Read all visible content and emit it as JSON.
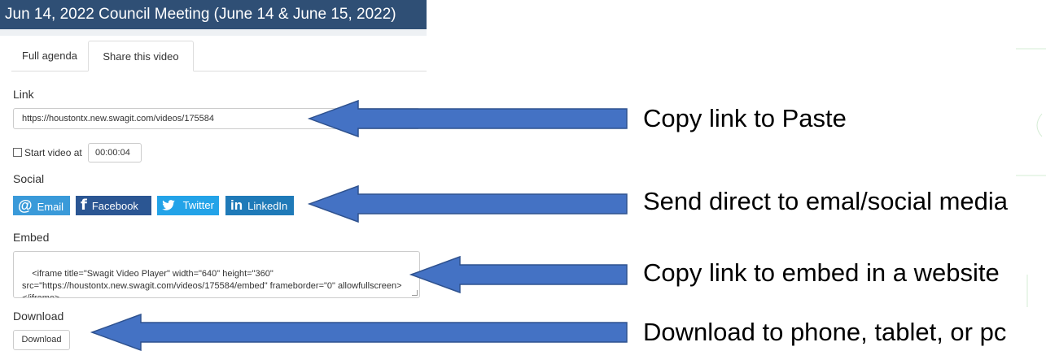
{
  "header": {
    "title": "Jun 14, 2022 Council Meeting (June 14 & June 15, 2022)"
  },
  "tabs": [
    {
      "label": "Full agenda"
    },
    {
      "label": "Share this video"
    }
  ],
  "link": {
    "label": "Link",
    "value": "https://houstontx.new.swagit.com/videos/175584"
  },
  "start": {
    "checkbox_label": "Start video at",
    "time": "00:00:04"
  },
  "social": {
    "label": "Social",
    "buttons": [
      {
        "label": "Email",
        "icon": "at-icon",
        "color": "#3a9ad9"
      },
      {
        "label": "Facebook",
        "icon": "facebook-icon",
        "color": "#2b5693"
      },
      {
        "label": "Twitter",
        "icon": "twitter-icon",
        "color": "#23a3e8"
      },
      {
        "label": "LinkedIn",
        "icon": "linkedin-icon",
        "color": "#1f7ab8"
      }
    ]
  },
  "embed": {
    "label": "Embed",
    "code": "<iframe title=\"Swagit Video Player\" width=\"640\" height=\"360\"\nsrc=\"https://houstontx.new.swagit.com/videos/175584/embed\" frameborder=\"0\" allowfullscreen>\n</iframe>"
  },
  "download": {
    "label": "Download",
    "button": "Download"
  },
  "annotations": [
    {
      "text": "Copy link to Paste"
    },
    {
      "text": "Send direct to emal/social media"
    },
    {
      "text": "Copy link to embed in a website"
    },
    {
      "text": "Download to phone, tablet, or pc"
    }
  ],
  "colors": {
    "header_bg": "#2f4f75",
    "arrow_fill": "#4472c4",
    "arrow_stroke": "#2f528f"
  }
}
